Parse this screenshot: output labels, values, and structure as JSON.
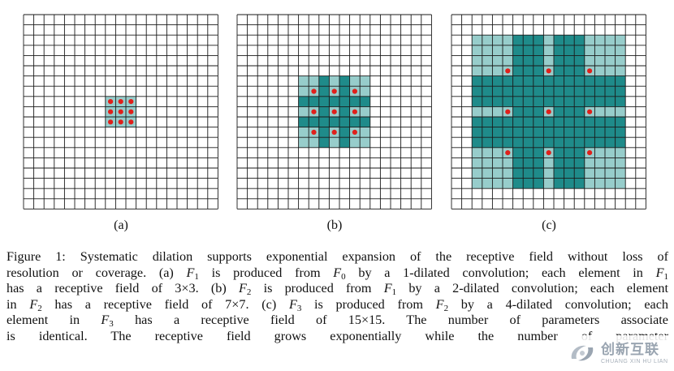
{
  "figure": {
    "grid": {
      "cells": 19,
      "line_color": "#1a1a1a"
    },
    "colors": {
      "light": "#97cdcb",
      "dark": "#1f8b8a",
      "dot": "#e0201b"
    },
    "panels": [
      {
        "id": "a",
        "label": "(a)",
        "rf_size": 3,
        "dilation": 1
      },
      {
        "id": "b",
        "label": "(b)",
        "rf_size": 7,
        "dilation": 2
      },
      {
        "id": "c",
        "label": "(c)",
        "rf_size": 15,
        "dilation": 4
      }
    ]
  },
  "caption": {
    "lines": [
      [
        "Figure 1: Systematic dilation supports exponential expansion of the receptive field without loss of"
      ],
      [
        "resolution or coverage. (a) ",
        {
          "v": "F",
          "s": "1"
        },
        " is produced from ",
        {
          "v": "F",
          "s": "0"
        },
        " by a 1-dilated convolution; each element in ",
        {
          "v": "F",
          "s": "1"
        }
      ],
      [
        "has a receptive field of 3×3. (b) ",
        {
          "v": "F",
          "s": "2"
        },
        " is produced from ",
        {
          "v": "F",
          "s": "1"
        },
        " by a 2-dilated convolution; each element"
      ],
      [
        "in ",
        {
          "v": "F",
          "s": "2"
        },
        " has a receptive field of 7×7. (c) ",
        {
          "v": "F",
          "s": "3"
        },
        " is produced from ",
        {
          "v": "F",
          "s": "2"
        },
        " by a 4-dilated convolution; each"
      ],
      [
        "element in ",
        {
          "v": "F",
          "s": "3"
        },
        " has a receptive field of 15×15. The number of parameters associate"
      ],
      [
        "is identical. The receptive field grows exponentially while the number of parameter"
      ]
    ]
  },
  "watermark": {
    "icon": "logo-icon",
    "text_cn": "创新互联",
    "text_en": "CHUANG XIN HU LIAN"
  }
}
